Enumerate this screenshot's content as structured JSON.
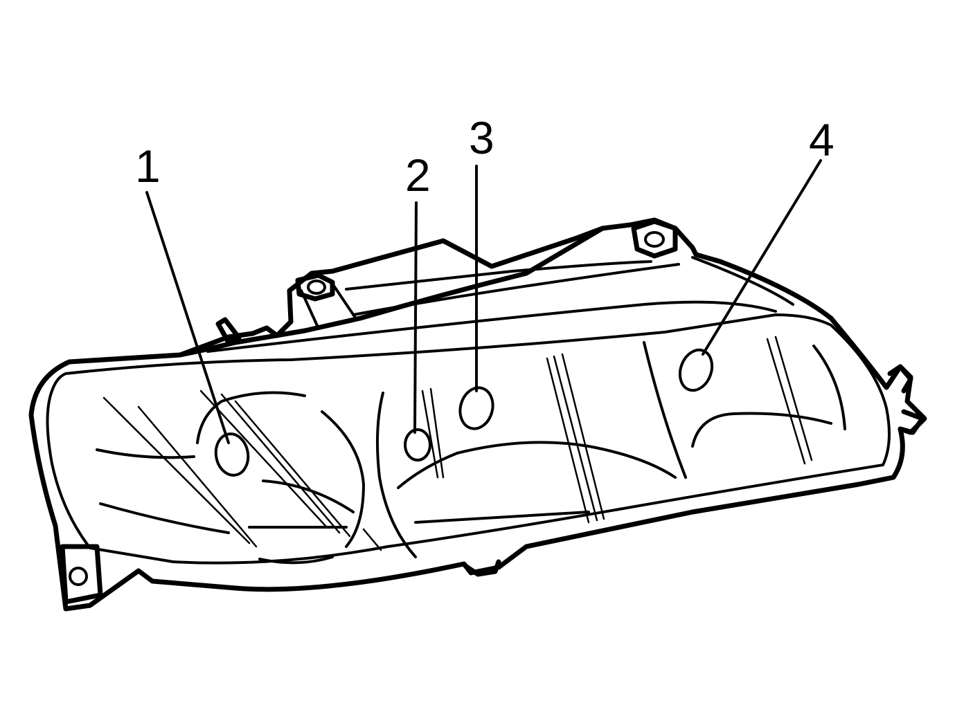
{
  "diagram": {
    "subject": "headlamp-assembly",
    "callouts": [
      {
        "id": "1",
        "label": "1"
      },
      {
        "id": "2",
        "label": "2"
      },
      {
        "id": "3",
        "label": "3"
      },
      {
        "id": "4",
        "label": "4"
      }
    ],
    "colors": {
      "line": "#000000",
      "background": "#ffffff"
    }
  }
}
